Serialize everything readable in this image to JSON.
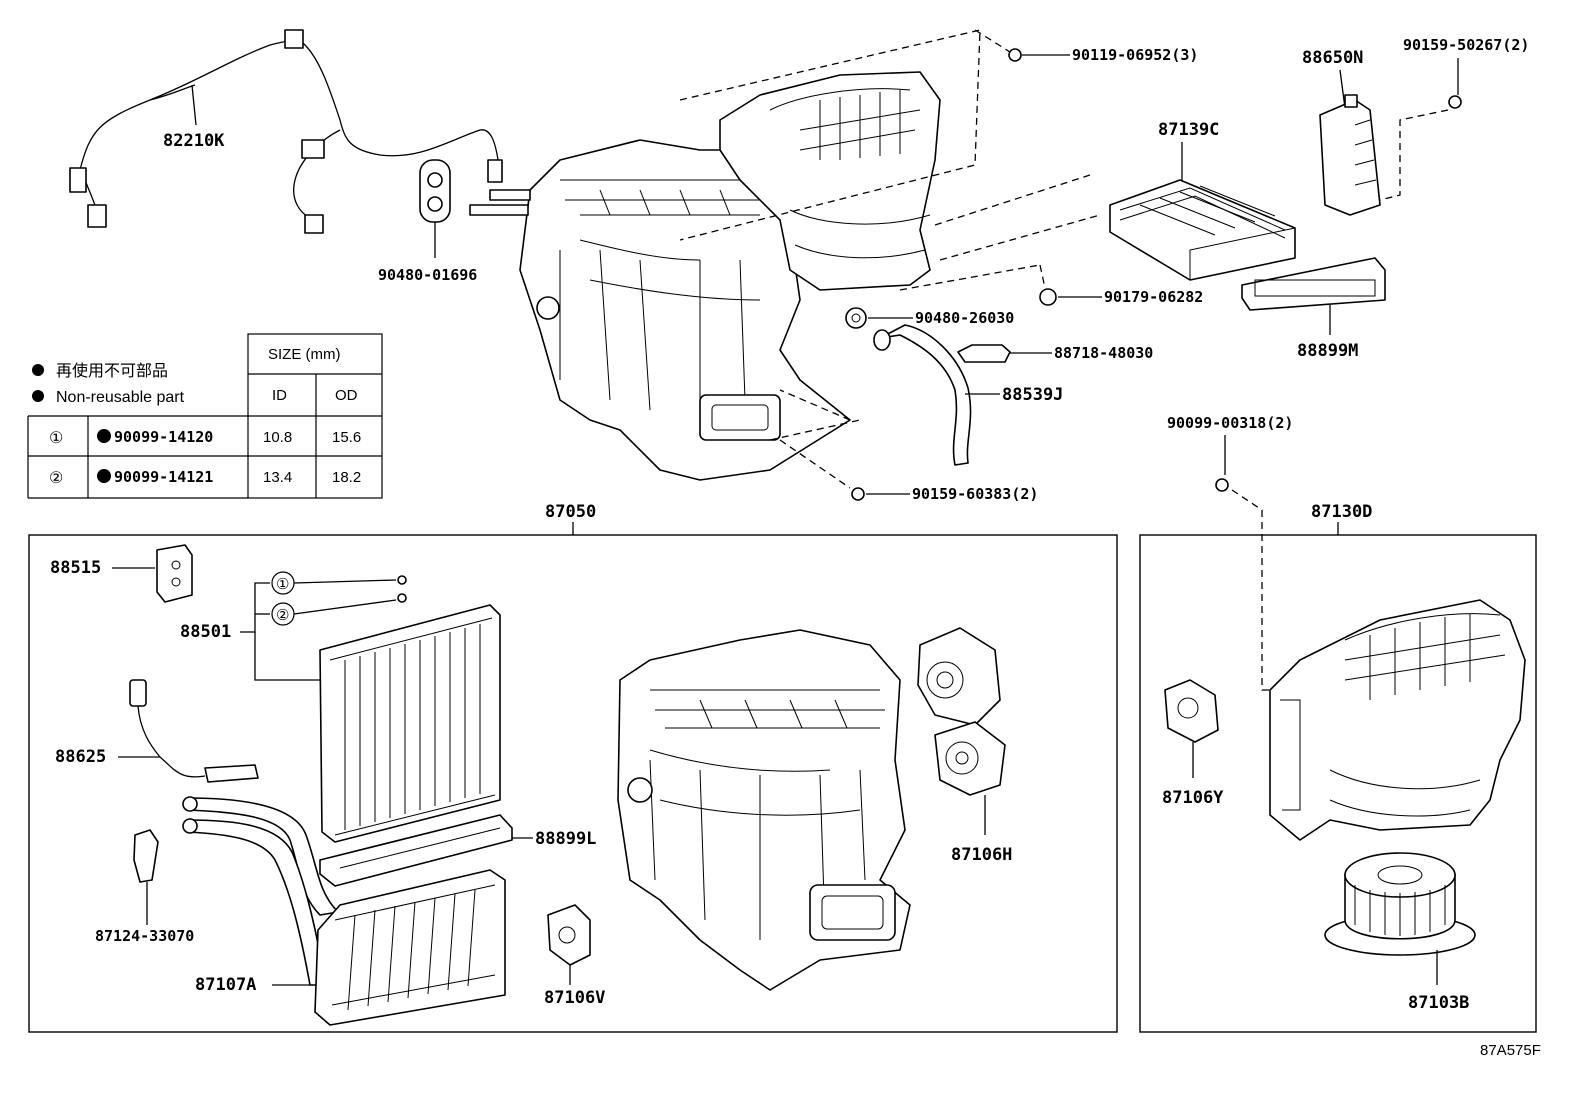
{
  "diagram_id": "87A575F",
  "legend": {
    "line_jp": "再使用不可部品",
    "line_en": "Non-reusable part",
    "size_header": "SIZE (mm)",
    "col_id": "ID",
    "col_od": "OD",
    "rows": [
      {
        "key": "①",
        "part": "90099-14120",
        "id": "10.8",
        "od": "15.6"
      },
      {
        "key": "②",
        "part": "90099-14121",
        "id": "13.4",
        "od": "18.2"
      }
    ]
  },
  "labels": {
    "p82210K": "82210K",
    "p90480_01696": "90480-01696",
    "p90119_06952": "90119-06952(3)",
    "p88650N": "88650N",
    "p90159_50267": "90159-50267(2)",
    "p87139C": "87139C",
    "p90179_06282": "90179-06282",
    "p90480_26030": "90480-26030",
    "p88899M": "88899M",
    "p88718_48030": "88718-48030",
    "p88539J": "88539J",
    "p90099_00318": "90099-00318(2)",
    "p90159_60383": "90159-60383(2)",
    "p87050": "87050",
    "p87130D": "87130D",
    "p88515": "88515",
    "p88501": "88501",
    "p88625": "88625",
    "p88899L": "88899L",
    "p87106H": "87106H",
    "p87124_33070": "87124-33070",
    "p87107A": "87107A",
    "p87106V": "87106V",
    "p87106Y": "87106Y",
    "p87103B": "87103B",
    "circle1": "①",
    "circle2": "②"
  }
}
